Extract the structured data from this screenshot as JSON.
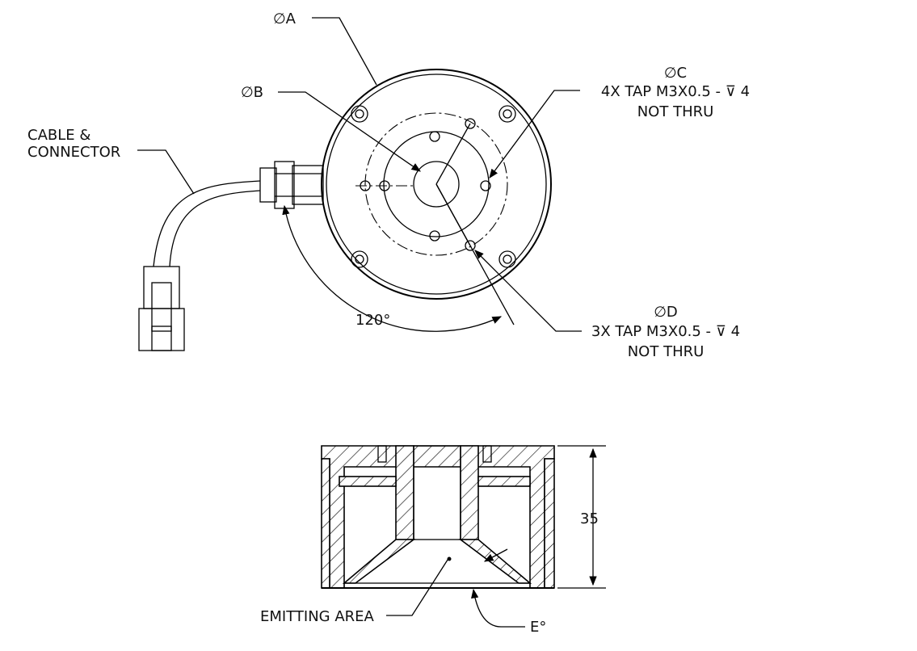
{
  "labels": {
    "dia_a": "∅A",
    "dia_b": "∅B",
    "dia_c": "∅C",
    "dia_c_note1": "4X TAP M3X0.5 - ⊽ 4",
    "dia_c_note2": "NOT THRU",
    "dia_d": "∅D",
    "dia_d_note1": "3X TAP M3X0.5 - ⊽ 4",
    "dia_d_note2": "NOT THRU",
    "cable_line1": "CABLE &",
    "cable_line2": "CONNECTOR",
    "angle": "120°",
    "height": "35",
    "emitting_area": "EMITTING AREA",
    "angle_e": "E°"
  }
}
